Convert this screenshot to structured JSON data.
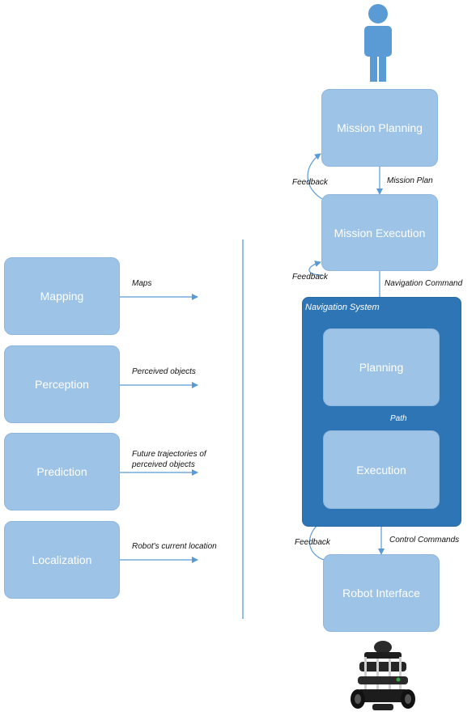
{
  "left_modules": [
    {
      "label": "Mapping",
      "output": "Maps"
    },
    {
      "label": "Perception",
      "output": "Perceived objects"
    },
    {
      "label": "Prediction",
      "output_line1": "Future trajectories of",
      "output_line2": "perceived objects"
    },
    {
      "label": "Localization",
      "output": "Robot's current location"
    }
  ],
  "pipeline": {
    "mission_planning": "Mission Planning",
    "mission_plan": "Mission Plan",
    "feedback_1": "Feedback",
    "mission_execution": "Mission Execution",
    "feedback_2": "Feedback",
    "navigation_command": "Navigation Command",
    "navigation_system": {
      "title": "Navigation System",
      "planning": "Planning",
      "path": "Path",
      "execution": "Execution"
    },
    "control_commands": "Control Commands",
    "feedback_3": "Feedback",
    "robot_interface": "Robot Interface"
  },
  "icons": [
    "user-icon",
    "robot-icon"
  ],
  "colors": {
    "box_fill": "#9dc3e6",
    "nav_system_fill": "#2e75b6",
    "arrow": "#5b9bd5"
  }
}
